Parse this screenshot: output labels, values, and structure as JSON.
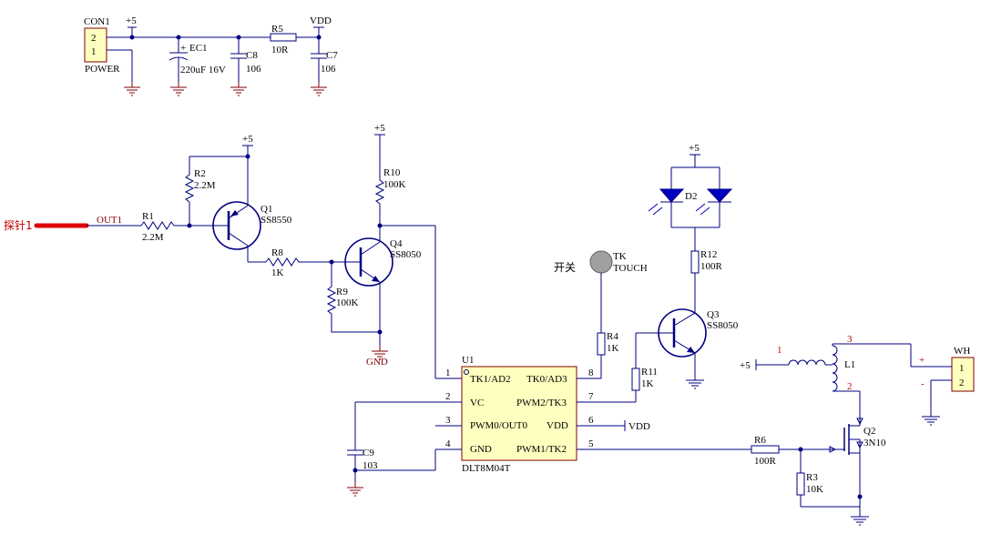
{
  "power": {
    "connector": "CON1",
    "connector_name": "POWER",
    "pin2": "2",
    "pin1": "1",
    "vcc": "+5",
    "vdd": "VDD",
    "ec1": "EC1",
    "ec1_val": "220uF 16V",
    "ec1_plus": "+",
    "c8": "C8",
    "c8_val": "106",
    "r5": "R5",
    "r5_val": "10R",
    "c7": "C7",
    "c7_val": "106"
  },
  "input": {
    "probe": "探针1",
    "out1": "OUT1",
    "r1": "R1",
    "r1_val": "2.2M",
    "r2": "R2",
    "r2_val": "2.2M",
    "q1": "Q1",
    "q1_val": "SS8550",
    "r8": "R8",
    "r8_val": "1K",
    "r9": "R9",
    "r9_val": "100K",
    "q4": "Q4",
    "q4_val": "SS8050",
    "r10": "R10",
    "r10_val": "100K",
    "vcc_q1": "+5",
    "vcc_r10": "+5",
    "gnd_label": "GND"
  },
  "mcu": {
    "ref": "U1",
    "part": "DLT8M04T",
    "left_pins": [
      {
        "num": "1",
        "name": "TK1/AD2"
      },
      {
        "num": "2",
        "name": "VC"
      },
      {
        "num": "3",
        "name": "PWM0/OUT0"
      },
      {
        "num": "4",
        "name": "GND"
      }
    ],
    "right_pins": [
      {
        "num": "8",
        "name": "TK0/AD3"
      },
      {
        "num": "7",
        "name": "PWM2/TK3"
      },
      {
        "num": "6",
        "name": "VDD"
      },
      {
        "num": "5",
        "name": "PWM1/TK2"
      }
    ],
    "vdd_net": "VDD",
    "c9": "C9",
    "c9_val": "103"
  },
  "touch": {
    "label_cn": "开关",
    "tk": "TK",
    "tk_name": "TOUCH",
    "r4": "R4",
    "r4_val": "1K"
  },
  "led": {
    "vcc": "+5",
    "d2": "D2",
    "r12": "R12",
    "r12_val": "100R",
    "q3": "Q3",
    "q3_val": "SS8050",
    "r11": "R11",
    "r11_val": "1K"
  },
  "driver": {
    "vcc": "+5",
    "l1": "L1",
    "pin1": "1",
    "pin2": "2",
    "pin3": "3",
    "wh": "WH",
    "wh_pin1": "1",
    "wh_pin2": "2",
    "plus": "+",
    "minus": "-",
    "q2": "Q2",
    "q2_val": "3N10",
    "r6": "R6",
    "r6_val": "100R",
    "r3": "R3",
    "r3_val": "10K"
  }
}
